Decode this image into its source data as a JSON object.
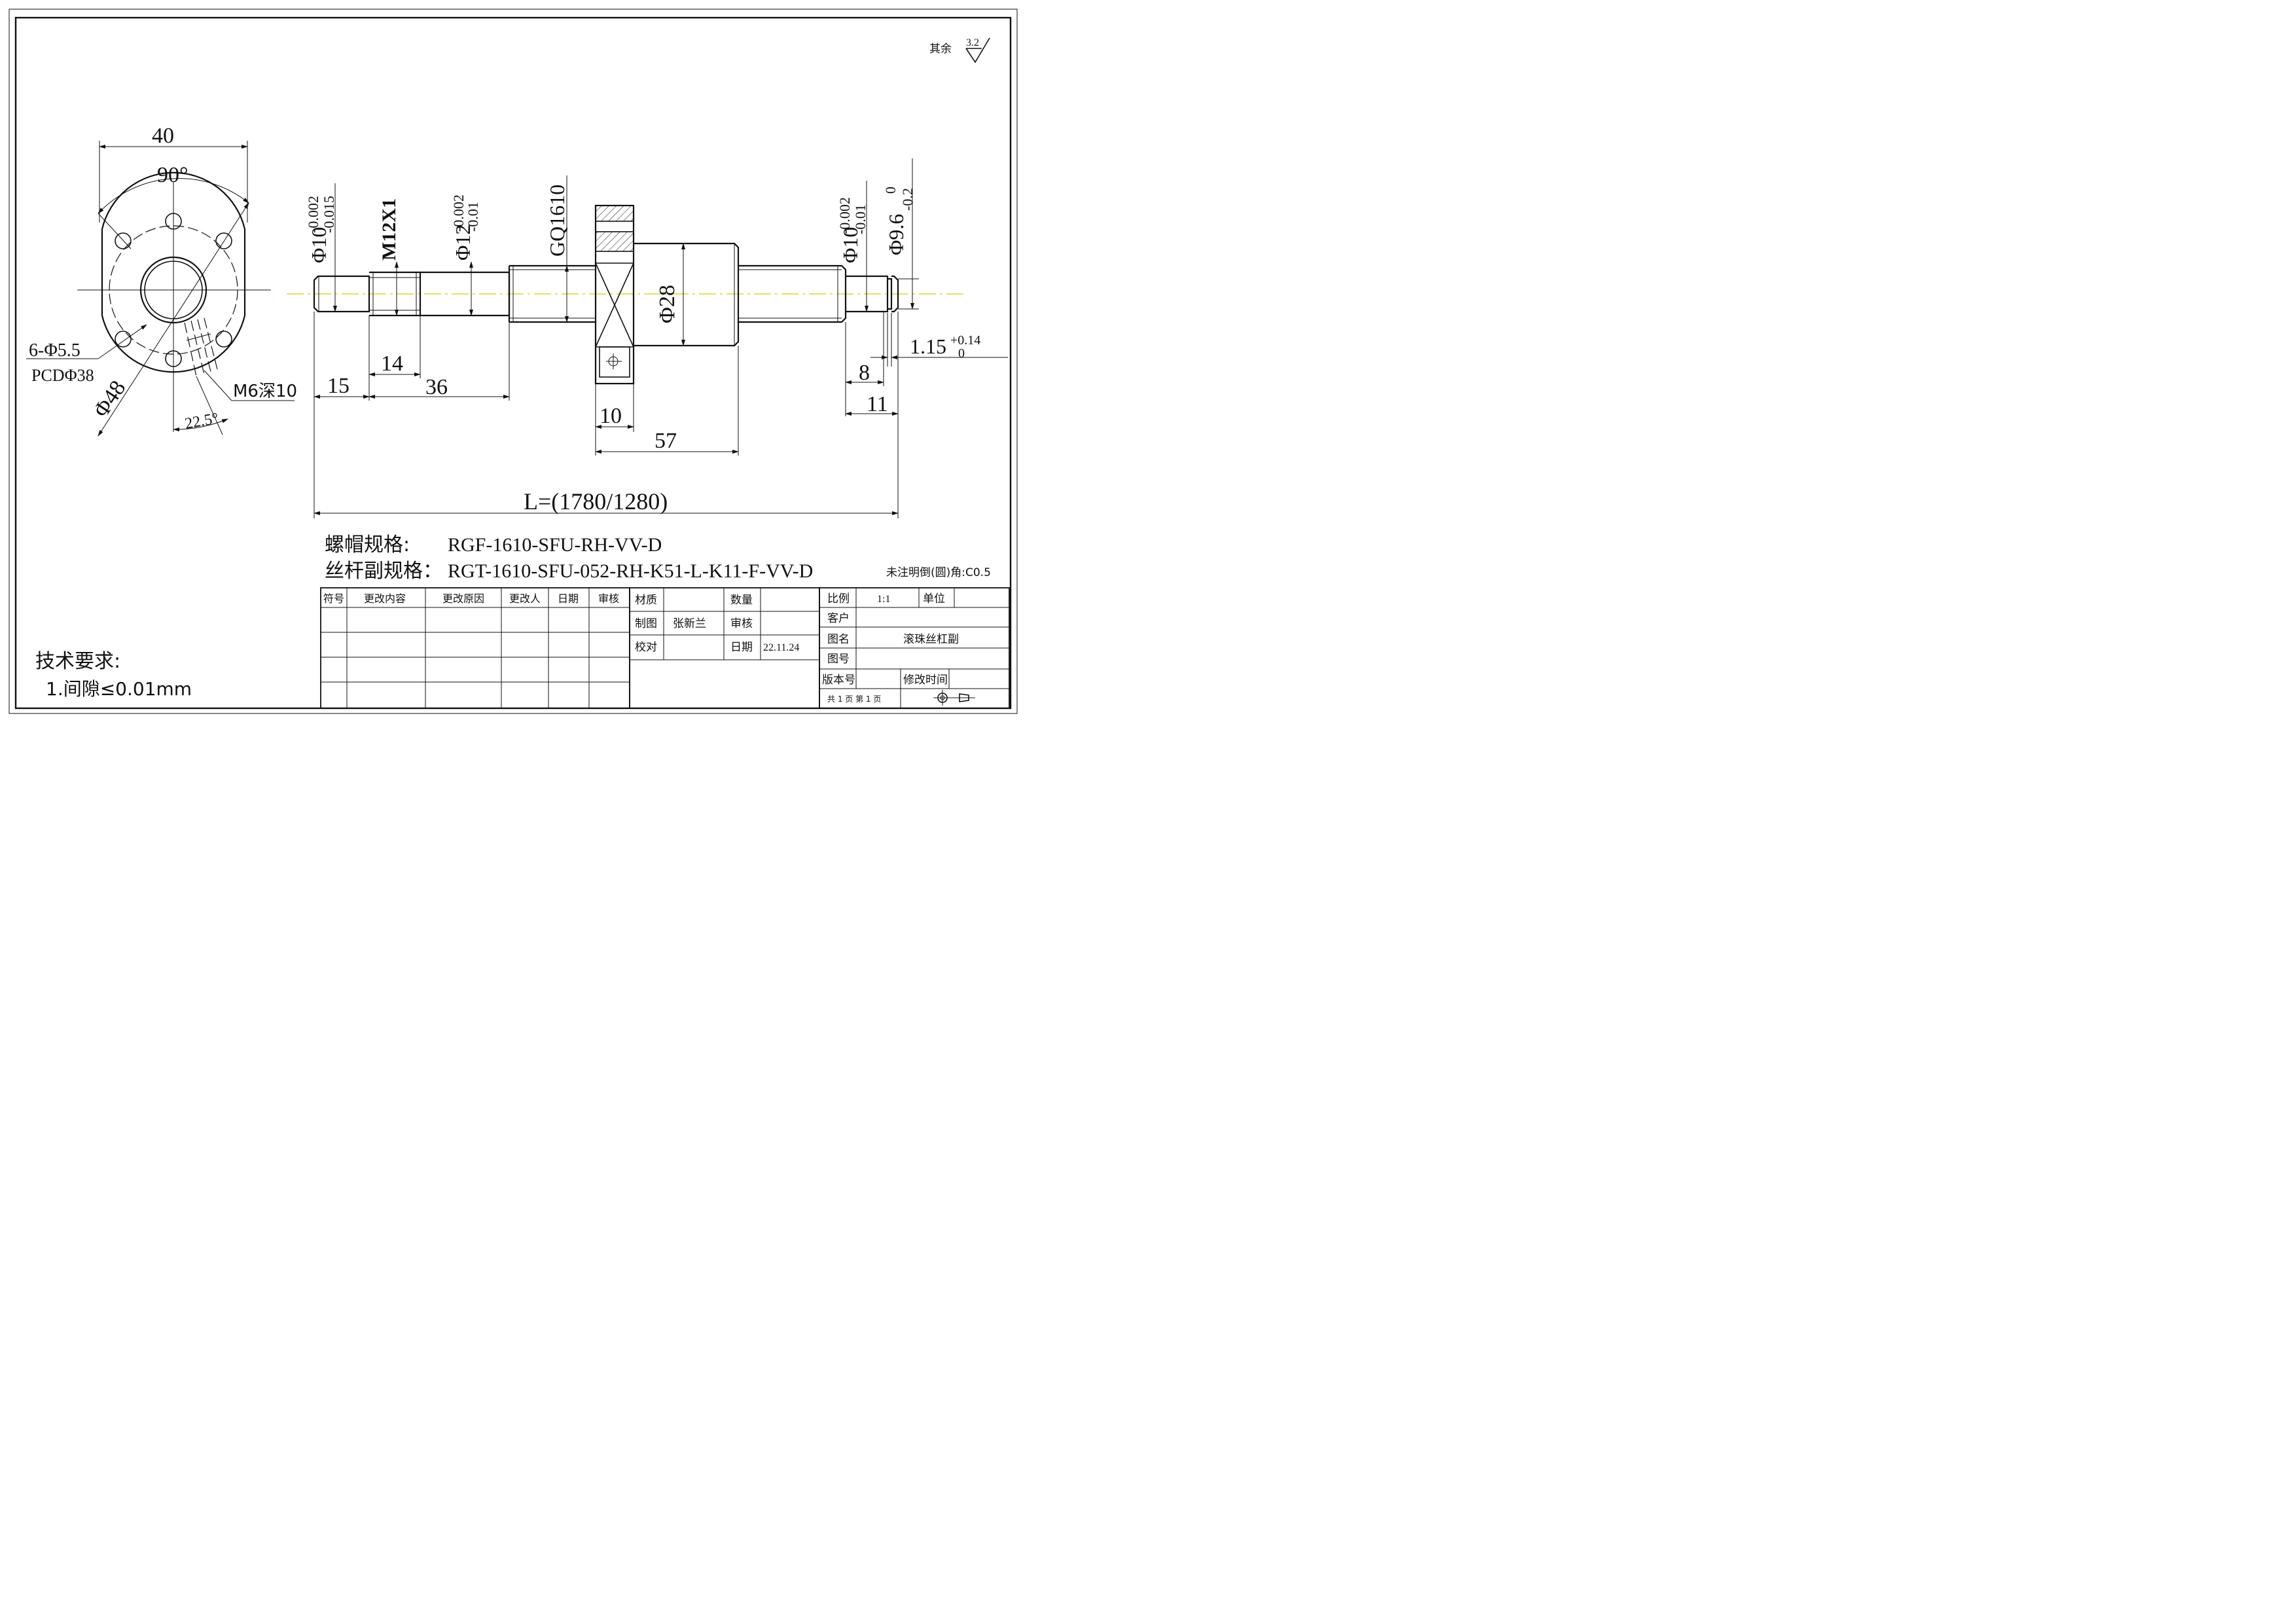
{
  "roughness": {
    "prefix": "其余",
    "value": "3.2"
  },
  "flange_view": {
    "width": "40",
    "angle": "90°",
    "holes": "6-Φ5.5",
    "pcd": "PCDΦ38",
    "diameter": "Φ48",
    "oil_hole": "M6深10",
    "oil_angle": "22.5°"
  },
  "screw_view": {
    "d1": {
      "label": "Φ10",
      "upper": "-0.002",
      "lower": "-0.015"
    },
    "thread": "M12X1",
    "d2": {
      "label": "Φ12",
      "upper": "-0.002",
      "lower": "-0.01"
    },
    "lead": "GQ1610",
    "nut_d": "Φ28",
    "d3": {
      "label": "Φ10",
      "upper": "-0.002",
      "lower": "-0.01"
    },
    "d4": {
      "label": "Φ9.6",
      "upper": "0",
      "lower": "-0.2"
    },
    "groove": {
      "label": "1.15",
      "upper": "+0.14",
      "lower": "0"
    },
    "len_15": "15",
    "len_14": "14",
    "len_36": "36",
    "len_10": "10",
    "len_57": "57",
    "len_8": "8",
    "len_11": "11",
    "total_length": "L=(1780/1280)"
  },
  "specs": {
    "nut_label": "螺帽规格:",
    "nut_value": "RGF-1610-SFU-RH-VV-D",
    "pair_label": "丝杆副规格：",
    "pair_value": "RGT-1610-SFU-052-RH-K51-L-K11-F-VV-D",
    "chamfer_note": "未注明倒(圆)角:C0.5"
  },
  "tech": {
    "title": "技术要求:",
    "item1": "1.间隙≤0.01mm"
  },
  "revision_table": {
    "headers": [
      "符号",
      "更改内容",
      "更改原因",
      "更改人",
      "日期",
      "审核"
    ]
  },
  "title_block": {
    "material": "材质",
    "quantity": "数量",
    "drawn": "制图",
    "drawer": "张新兰",
    "review": "审核",
    "check": "校对",
    "date_label": "日期",
    "date": "22.11.24",
    "scale_label": "比例",
    "scale": "1:1",
    "unit_label": "单位",
    "customer": "客户",
    "name_label": "图名",
    "name": "滚珠丝杠副",
    "drawing_no": "图号",
    "version": "版本号",
    "modify_time": "修改时间",
    "pages": "共 1 页  第 1 页"
  }
}
